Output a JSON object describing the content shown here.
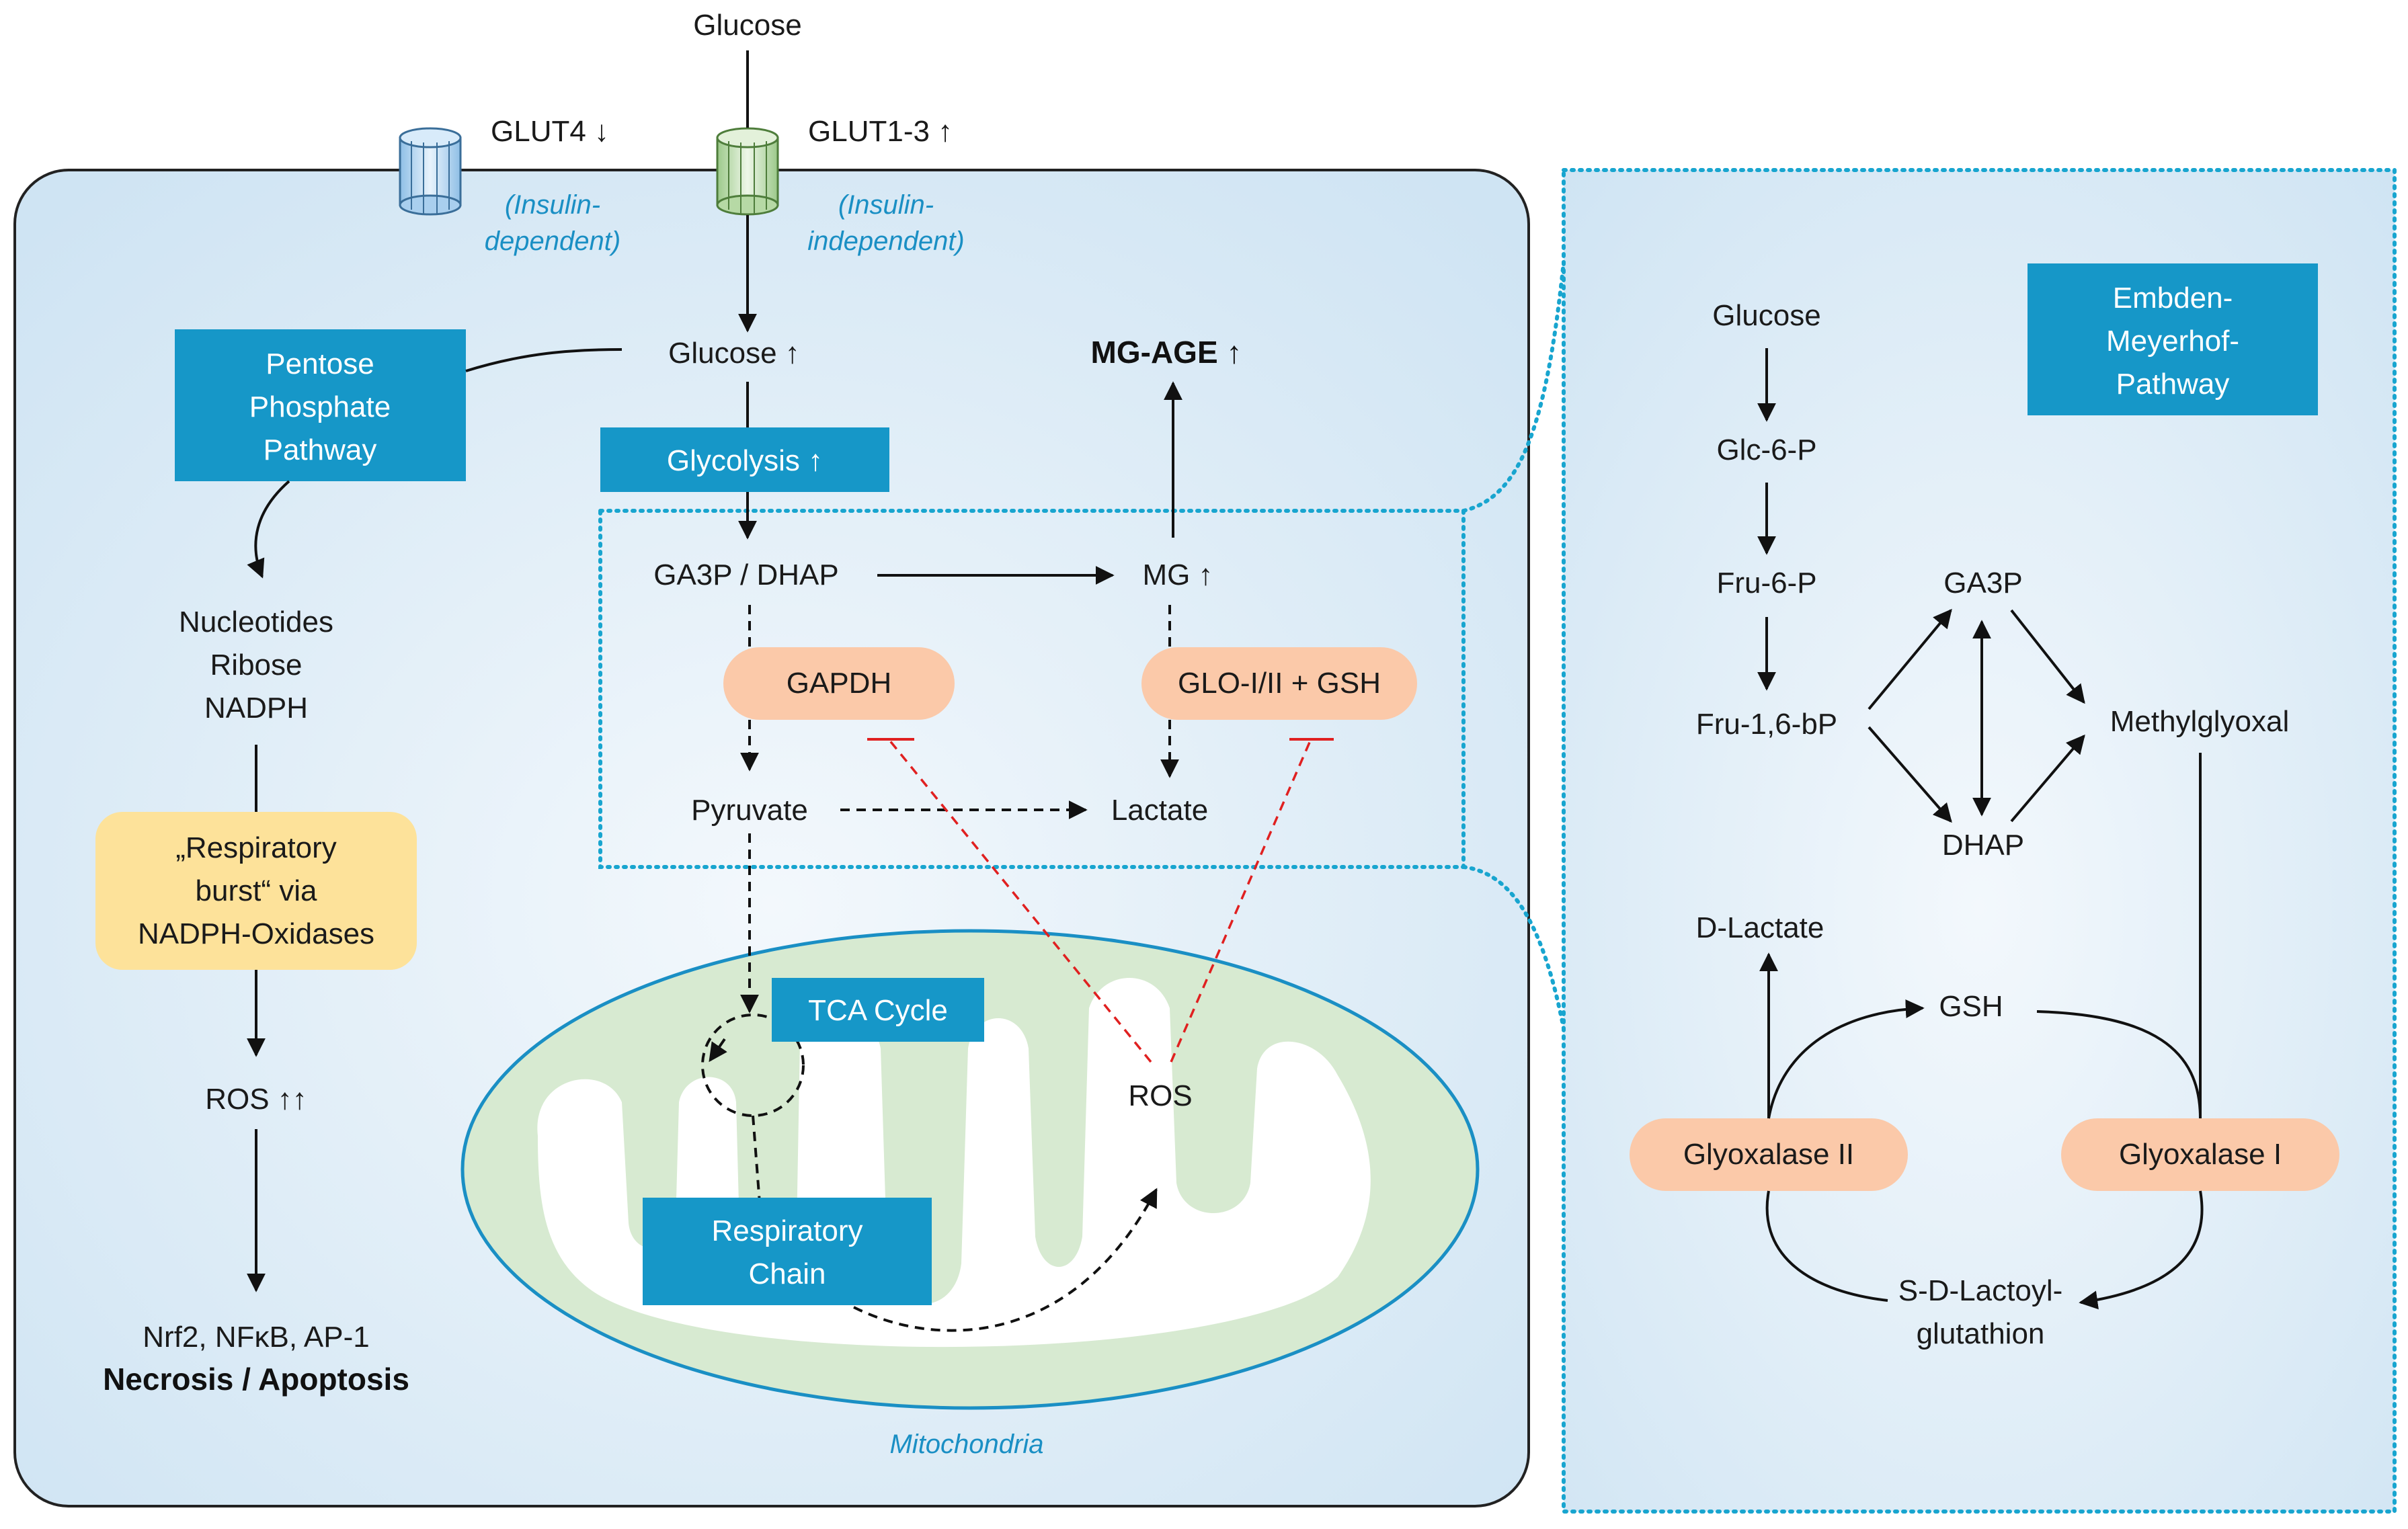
{
  "colors": {
    "cell_fill": "#d9eaf6",
    "teal_box": "#1697c8",
    "salmon_pill": "#fbc9a9",
    "yellow_box": "#fde29a",
    "mito_fill": "#d7ead1",
    "mito_stroke": "#1a8fc4",
    "inhibition": "#e02020",
    "dotted_border": "#18a5cf"
  },
  "membrane": {
    "glucose_ext": "Glucose",
    "glut4": "GLUT4 ↓",
    "glut4_note_1": "(Insulin-",
    "glut4_note_2": "dependent)",
    "glut13": "GLUT1-3 ↑",
    "glut13_note_1": "(Insulin-",
    "glut13_note_2": "independent)"
  },
  "cell": {
    "glucose_int": "Glucose ↑",
    "mg_age": "MG-AGE ↑",
    "pentose_1": "Pentose",
    "pentose_2": "Phosphate",
    "pentose_3": "Pathway",
    "nucleotides": "Nucleotides",
    "ribose": "Ribose",
    "nadph": "NADPH",
    "burst_1": "„Respiratory",
    "burst_2": "burst“ via",
    "burst_3": "NADPH-Oxidases",
    "ros_left": "ROS ↑↑",
    "nrf2": "Nrf2, NFκB, AP-1",
    "necrosis": "Necrosis / Apoptosis",
    "glycolysis": "Glycolysis ↑",
    "ga3p_dhap": "GA3P / DHAP",
    "mg": "MG ↑",
    "gapdh": "GAPDH",
    "glo": "GLO-I/II + GSH",
    "pyruvate": "Pyruvate",
    "lactate": "Lactate",
    "tca": "TCA Cycle",
    "ros_mito": "ROS",
    "resp_1": "Respiratory",
    "resp_2": "Chain",
    "mito_label": "Mitochondria"
  },
  "pathway": {
    "emp_1": "Embden-",
    "emp_2": "Meyerhof-",
    "emp_3": "Pathway",
    "glucose": "Glucose",
    "glc6p": "Glc-6-P",
    "fru6p": "Fru-6-P",
    "fru16bp": "Fru-1,6-bP",
    "ga3p": "GA3P",
    "dhap": "DHAP",
    "methylglyoxal": "Methylglyoxal",
    "dlactate": "D-Lactate",
    "gsh": "GSH",
    "glyoxalase2": "Glyoxalase II",
    "glyoxalase1": "Glyoxalase I",
    "sdl_1": "S-D-Lactoyl-",
    "sdl_2": "glutathion"
  }
}
